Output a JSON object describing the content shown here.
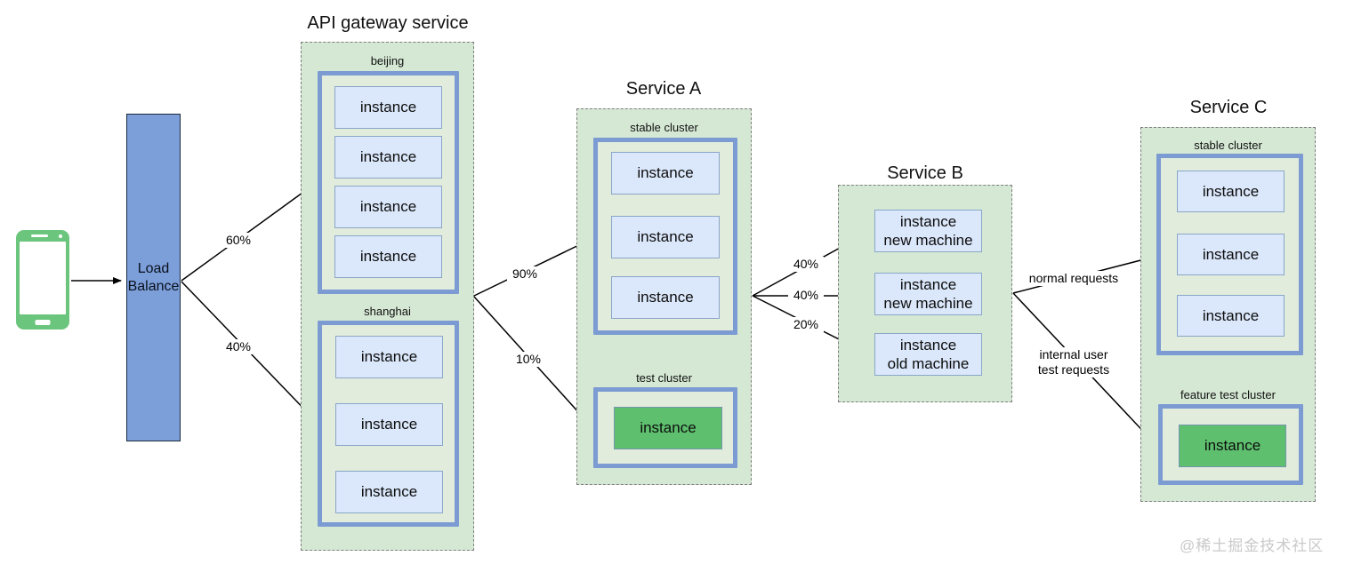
{
  "colors": {
    "panel_green": "#d5e8d4",
    "cluster_border_blue": "#7b9bd2",
    "instance_fill_blue": "#dbe8fb",
    "instance_border": "#8aa6c8",
    "test_instance_green": "#5ec06e",
    "load_balancer_fill": "#7c9ed9",
    "phone_green": "#6cc57c",
    "arrow_black": "#000000",
    "watermark_gray": "#c9c9c9"
  },
  "load_balancer": {
    "line1": "Load",
    "line2": "Balance"
  },
  "gateway": {
    "title": "API gateway service",
    "clusters": [
      {
        "label": "beijing",
        "instances": [
          "instance",
          "instance",
          "instance",
          "instance"
        ]
      },
      {
        "label": "shanghai",
        "instances": [
          "instance",
          "instance",
          "instance"
        ]
      }
    ]
  },
  "service_a": {
    "title": "Service A",
    "clusters": [
      {
        "label": "stable cluster",
        "instances": [
          "instance",
          "instance",
          "instance"
        ]
      },
      {
        "label": "test cluster",
        "instances": [
          "instance"
        ]
      }
    ]
  },
  "service_b": {
    "title": "Service B",
    "instances": [
      {
        "line1": "instance",
        "line2": "new machine"
      },
      {
        "line1": "instance",
        "line2": "new machine"
      },
      {
        "line1": "instance",
        "line2": "old machine"
      }
    ]
  },
  "service_c": {
    "title": "Service C",
    "clusters": [
      {
        "label": "stable cluster",
        "instances": [
          "instance",
          "instance",
          "instance"
        ]
      },
      {
        "label": "feature test cluster",
        "instances": [
          "instance"
        ]
      }
    ]
  },
  "edges": {
    "lb_to_beijing": "60%",
    "lb_to_shanghai": "40%",
    "gateway_to_stable": "90%",
    "gateway_to_test": "10%",
    "a_to_b_new1": "40%",
    "a_to_b_new2": "40%",
    "a_to_b_old": "20%",
    "b_to_c_normal": "normal requests",
    "b_to_c_internal_line1": "internal user",
    "b_to_c_internal_line2": "test requests"
  },
  "watermark": "@稀土掘金技术社区"
}
